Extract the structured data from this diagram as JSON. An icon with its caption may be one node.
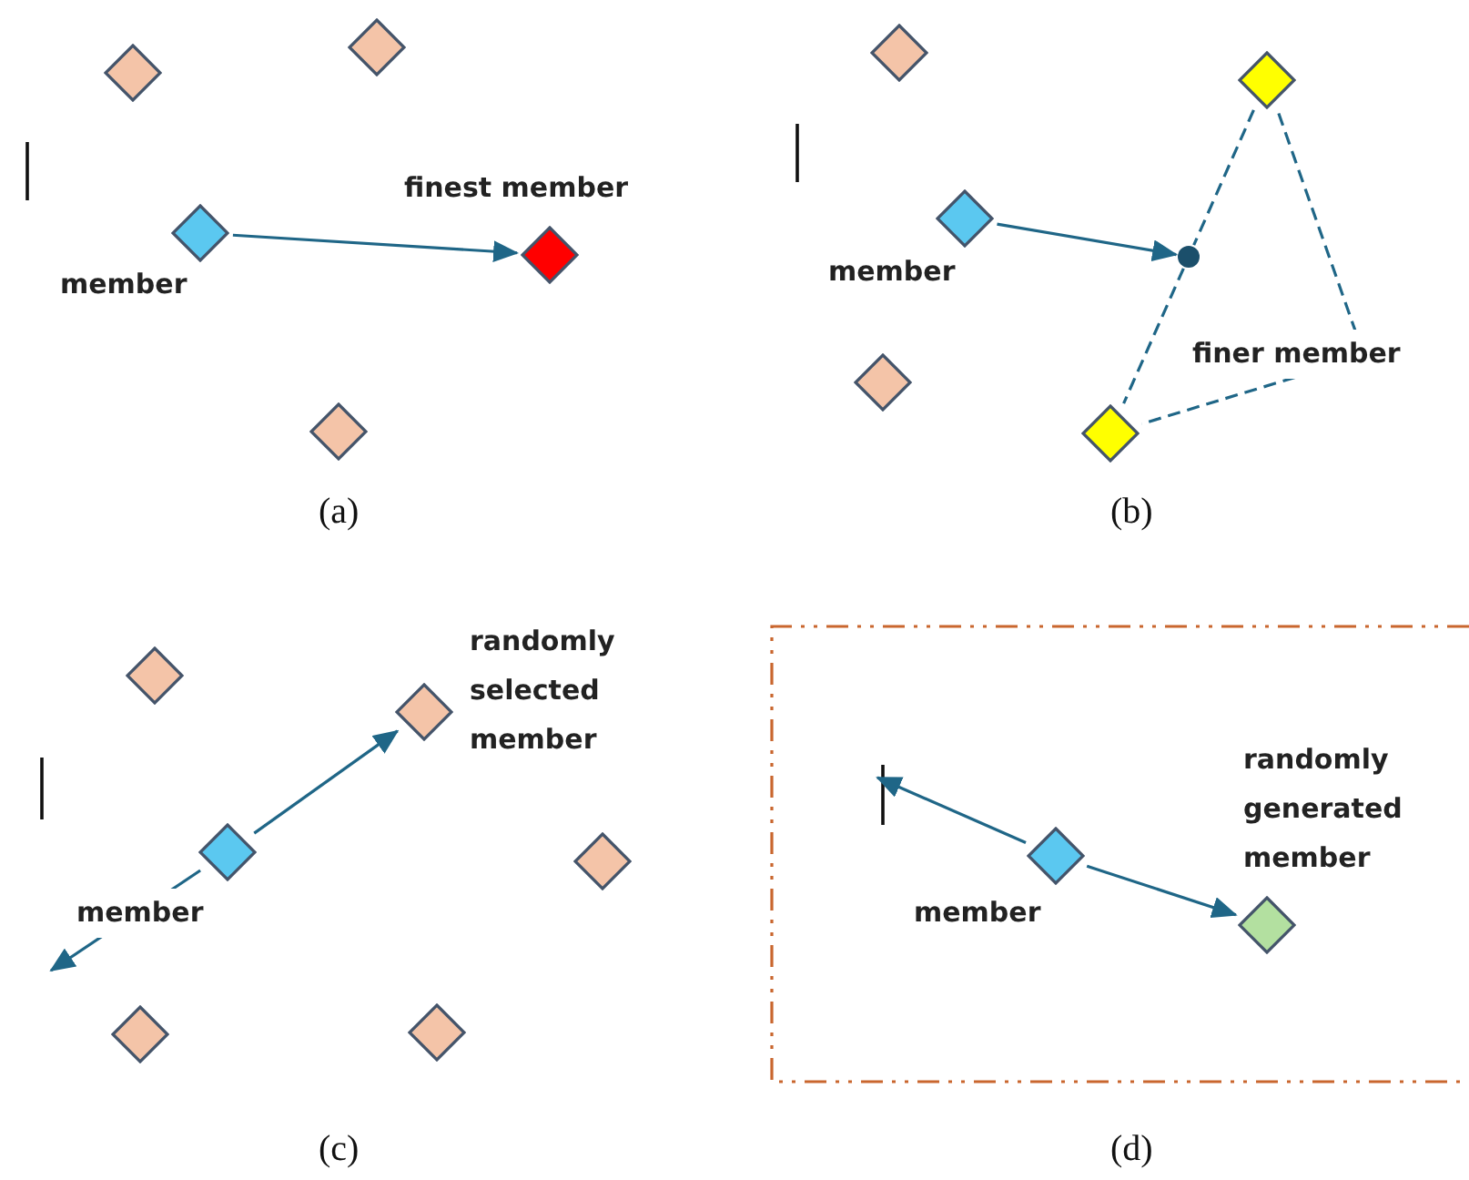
{
  "diagram": {
    "nodes": [
      {
        "text": [],
        "shape": "diamond"
      },
      {
        "text": [],
        "shape": "diamond"
      },
      {
        "text": [
          "member"
        ]
      },
      {
        "text": [
          "finest member"
        ]
      },
      {
        "text": [],
        "shape": "diamond"
      },
      {
        "text": [],
        "shape": "diamond"
      },
      {
        "text": [
          "member"
        ]
      },
      {
        "text": [],
        "shape": "diamond"
      },
      {
        "text": [],
        "shape": "diamond"
      },
      {
        "text": [],
        "shape": "circle"
      },
      {
        "text": [],
        "shape": "diamond"
      },
      {
        "text": [
          "finer member"
        ]
      },
      {
        "text": [],
        "shape": "diamond"
      },
      {
        "text": [
          "randomly selected member"
        ]
      },
      {
        "text": [
          "member"
        ]
      },
      {
        "text": [],
        "shape": "diamond"
      },
      {
        "text": [],
        "shape": "diamond"
      },
      {
        "text": [],
        "shape": "diamond"
      },
      {
        "text": [],
        "shape": "box"
      },
      {
        "text": [
          "member"
        ],
        "in": 18
      },
      {
        "text": [
          "randomly generated member"
        ],
        "in": 18
      }
    ],
    "edges": [
      {
        "from": 2,
        "to": 3,
        "arrow": "to"
      },
      {
        "from": 6,
        "to": 9,
        "arrow": "to"
      },
      {
        "from": 8,
        "to": 9,
        "arrow": "none",
        "style": "dashed"
      },
      {
        "from": 9,
        "to": 10,
        "arrow": "none",
        "style": "dashed"
      },
      {
        "from": 11,
        "to": 8,
        "arrow": "none",
        "style": "dashed"
      },
      {
        "from": 11,
        "to": 10,
        "arrow": "none",
        "style": "dashed"
      },
      {
        "from": 14,
        "to": 13,
        "arrow": "to"
      },
      {
        "from": 14,
        "to": null,
        "arrow": "to"
      },
      {
        "from": 19,
        "to": null,
        "arrow": "to"
      },
      {
        "from": 19,
        "to": 20,
        "arrow": "to"
      }
    ],
    "labels": [
      "(a)",
      "(b)",
      "(c)",
      "(d)"
    ]
  }
}
